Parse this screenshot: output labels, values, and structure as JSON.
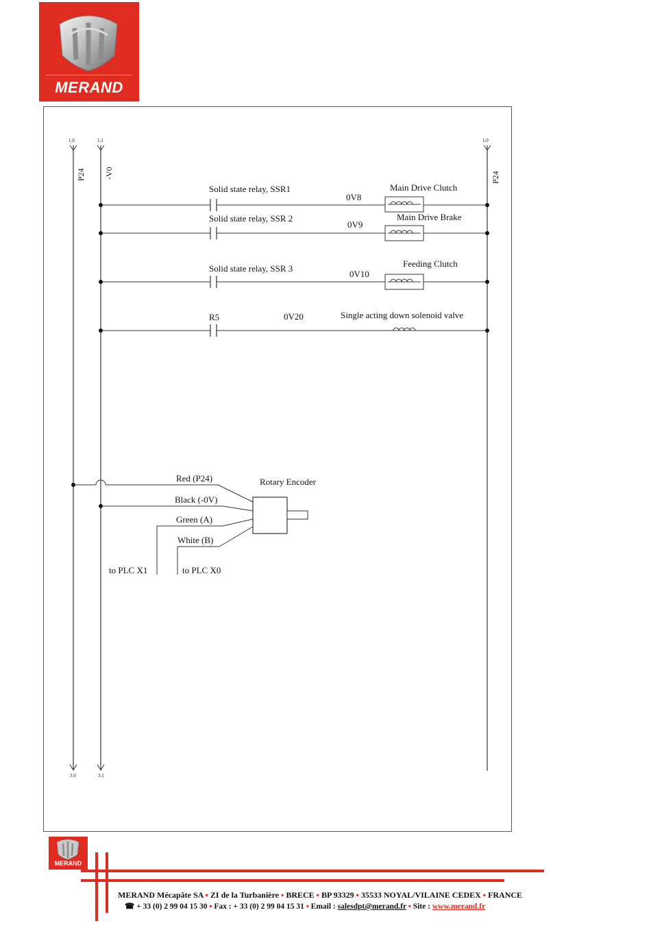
{
  "brand": {
    "name": "MERAND",
    "small_name": "MERAND",
    "accent_color": "#e02b20",
    "logo_icon": "merand-shield-logo"
  },
  "diagram": {
    "rails": {
      "left_outer": {
        "label": "P24",
        "top_ref": "1.0",
        "bottom_ref": "3.0"
      },
      "left_inner": {
        "label": "-V0",
        "top_ref": "1.1",
        "bottom_ref": "3.1"
      },
      "right": {
        "label": "P24",
        "top_ref": "1.0"
      }
    },
    "rungs": [
      {
        "contact": "Solid state relay, SSR1",
        "wire": "0V8",
        "load": "Main Drive Clutch"
      },
      {
        "contact": "Solid state relay, SSR 2",
        "wire": "0V9",
        "load": "Main Drive Brake"
      },
      {
        "contact": "Solid state relay, SSR 3",
        "wire": "0V10",
        "load": "Feeding Clutch"
      },
      {
        "contact": "R5",
        "wire": "0V20",
        "load": "Single acting down solenoid valve"
      }
    ],
    "encoder": {
      "title": "Rotary Encoder",
      "wires": [
        "Red (P24)",
        "Black (-0V)",
        "Green (A)",
        "White (B)"
      ],
      "plc_x1": "to PLC X1",
      "plc_x0": "to PLC X0"
    }
  },
  "footer": {
    "company": "MERAND Mécapâte SA",
    "address_1": "ZI de la Turbanière",
    "address_2": "BRECE",
    "address_3": "BP 93329",
    "address_4": "35533 NOYAL/VILAINE CEDEX",
    "address_5": "FRANCE",
    "phone_icon": "telephone-icon",
    "phone": "+ 33 (0) 2 99 04 15 30",
    "fax": "Fax : + 33 (0) 2 99 04 15 31",
    "email_label": "Email :",
    "email": "salesdpt@merand.fr",
    "site_label": "Site :",
    "site": "www.merand.fr"
  }
}
